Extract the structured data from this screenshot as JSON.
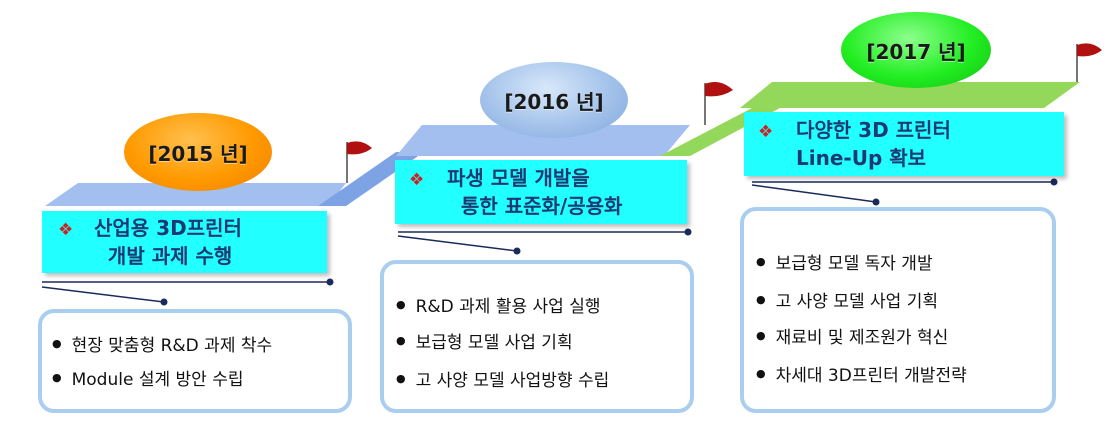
{
  "colors": {
    "badge_2015": "#ff9900",
    "badge_2016": "#8fb6e6",
    "badge_2017": "#11dd11",
    "title_fill": "#22ffff",
    "platform_blue": "#a3bff0",
    "platform_green": "#93d85a",
    "box_border": "#a9cef0",
    "flag": "#b01010"
  },
  "icons": {
    "flag": "red-flag-icon",
    "bullet": "black-circle-icon",
    "title_marker": "red-diamond-icon"
  },
  "steps": [
    {
      "year": "[2015 년]",
      "title_marker": "❖",
      "title": "산업용 3D프린터\n  개발 과제 수행",
      "tasks": [
        "현장 맞춤형 R&D 과제 착수",
        "Module 설계 방안 수립"
      ]
    },
    {
      "year": "[2016 년]",
      "title_marker": "❖",
      "title": "파생 모델 개발을\n  통한 표준화/공용화",
      "tasks": [
        "R&D 과제 활용 사업 실행",
        "보급형 모델 사업 기획",
        "고 사양 모델 사업방향 수립"
      ]
    },
    {
      "year": "[2017 년]",
      "title_marker": "❖",
      "title": "다양한 3D 프린터\nLine-Up 확보",
      "tasks": [
        "보급형 모델 독자 개발",
        "고 사양 모델 사업 기획",
        "재료비 및 제조원가 혁신",
        "차세대 3D프린터 개발전략"
      ]
    }
  ]
}
